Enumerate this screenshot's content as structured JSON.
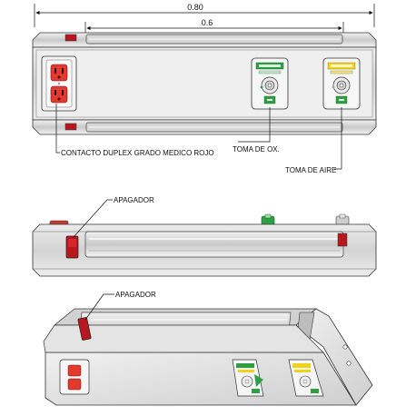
{
  "dimensions": {
    "overall": "0.80",
    "inner": "0.6"
  },
  "labels": {
    "outlet": "CONTACTO DUPLEX GRADO MEDICO ROJO",
    "oxygen": "TOMA DE OX.",
    "air": "TOMA DE AIRE",
    "switch_side": "APAGADOR",
    "switch_iso": "APAGADOR"
  },
  "colors": {
    "outlet_red": "#e23a2f",
    "switch_red": "#b7181d",
    "valve_green": "#2ea043",
    "valve_yellow": "#f1d21a",
    "metal": "#d9d9d9"
  }
}
